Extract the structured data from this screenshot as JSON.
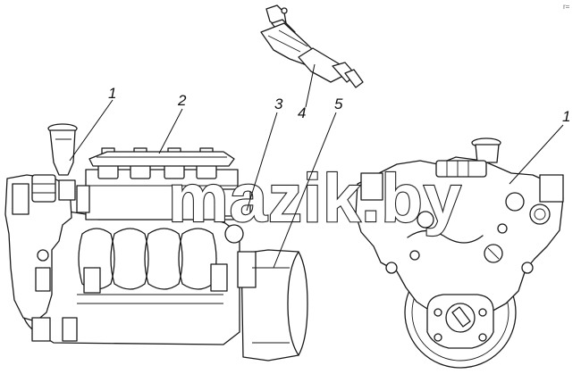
{
  "callouts": {
    "left_1": "1",
    "left_2": "2",
    "left_3": "3",
    "left_4": "4",
    "left_5": "5",
    "right_1": "1"
  },
  "watermark": "mazik.by",
  "corner_mark": "r="
}
